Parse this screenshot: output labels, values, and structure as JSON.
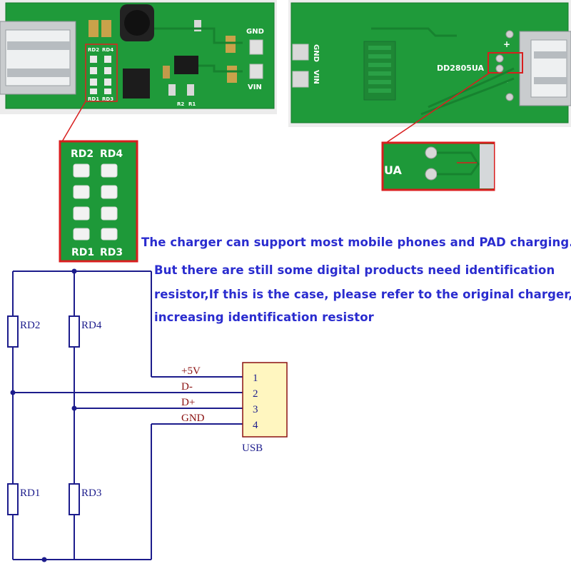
{
  "pcb_front": {
    "silk_labels": [
      "RD2",
      "RD4",
      "RD1",
      "RD3",
      "R2",
      "R1"
    ],
    "gnd_label": "GND",
    "vin_label": "VIN"
  },
  "pcb_back": {
    "chip_label": "DD2805UA",
    "gnd_label": "GND",
    "vin_label": "VIN",
    "plus_label": "+",
    "minus_label": "-"
  },
  "zoom_left": {
    "labels": [
      "RD2",
      "RD4",
      "RD1",
      "RD3"
    ]
  },
  "zoom_right": {
    "label": "UA"
  },
  "notes": {
    "line1": "The charger can support most mobile phones and PAD charging.",
    "line2": "But there are still some digital products need identification",
    "line3": "resistor,If this is the case, please refer to the original charger,",
    "line4": "increasing identification resistor"
  },
  "schematic": {
    "resistors": [
      "RD2",
      "RD4",
      "RD1",
      "RD3"
    ],
    "nets": [
      "+5V",
      "D-",
      "D+",
      "GND"
    ],
    "pins": [
      "1",
      "2",
      "3",
      "4"
    ],
    "connector_label": "USB"
  },
  "colors": {
    "pcb_green": "#1f9a3a",
    "wire_blue": "#1c1c8c",
    "net_label_red": "#8a1010",
    "note_blue": "#2a2ccf",
    "highlight_red": "#d81e1e",
    "connector_fill": "#fff6c0"
  }
}
